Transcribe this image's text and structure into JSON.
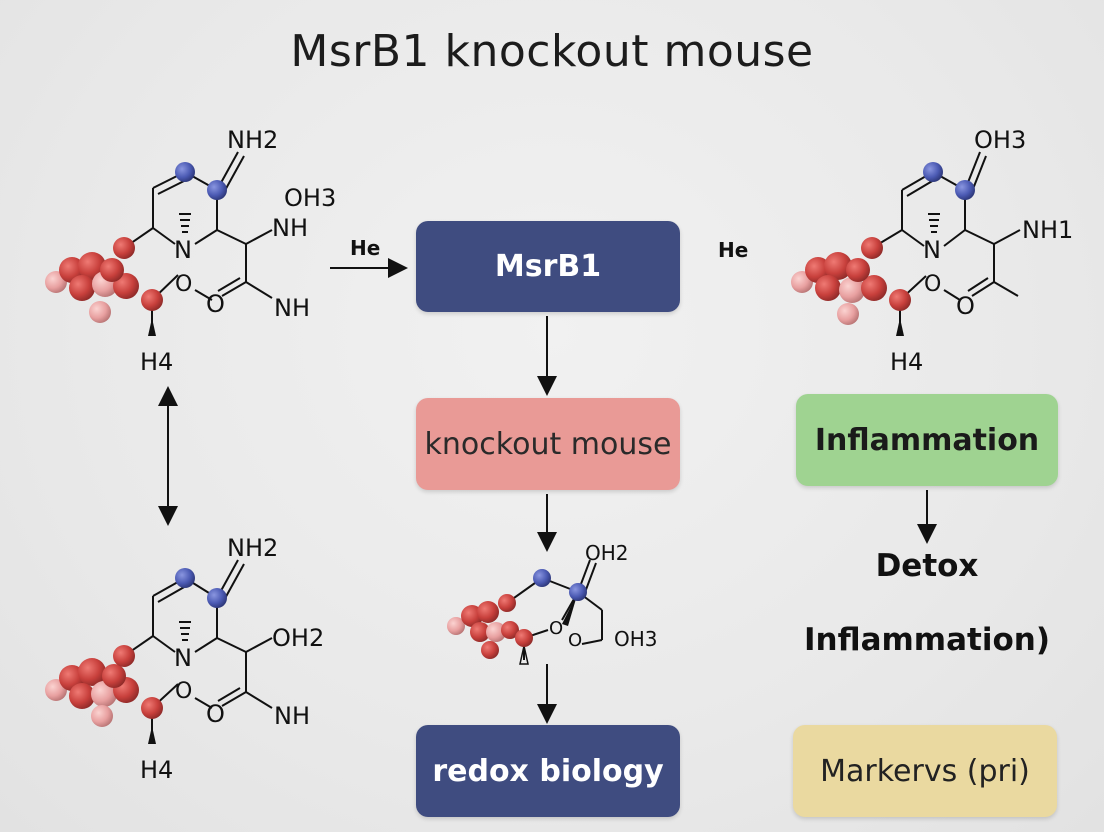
{
  "title": "MsrB1 knockout mouse",
  "boxes": {
    "msrb1": "MsrB1",
    "knockout": "knockout mouse",
    "redox": "redox biology",
    "inflammation": "Inflammation",
    "markers": "Markervs (pri)"
  },
  "labels": {
    "he_left": "He",
    "he_right": "He",
    "detox": "Detox",
    "inflammation_paren": "Inflammation)"
  },
  "molecules": {
    "top_left": {
      "nh2": "NH2",
      "oh3": "OH3",
      "nh_a": "NH",
      "nh_b": "NH",
      "n": "N",
      "o_ring": "O",
      "o_carbonyl": "O",
      "h4": "H4"
    },
    "bottom_left": {
      "nh2": "NH2",
      "oh2": "OH2",
      "nh": "NH",
      "n": "N",
      "o_ring": "O",
      "o_carbonyl": "O",
      "h4": "H4"
    },
    "top_right": {
      "oh3": "OH3",
      "nh1": "NH1",
      "n": "N",
      "o_ring": "O",
      "o_carbonyl": "O",
      "h4": "H4"
    },
    "middle": {
      "oh2": "OH2",
      "oh3": "OH3",
      "o_ring_a": "O",
      "o_ring_b": "O"
    }
  },
  "colors": {
    "navy_box": "#3f4c80",
    "pink_box": "#e99a96",
    "green_box": "#9fd391",
    "yellow_box": "#ead9a0",
    "atom_blue": "#4b5ab3",
    "atom_red": "#c8403c",
    "atom_pink": "#e8a0a0"
  }
}
